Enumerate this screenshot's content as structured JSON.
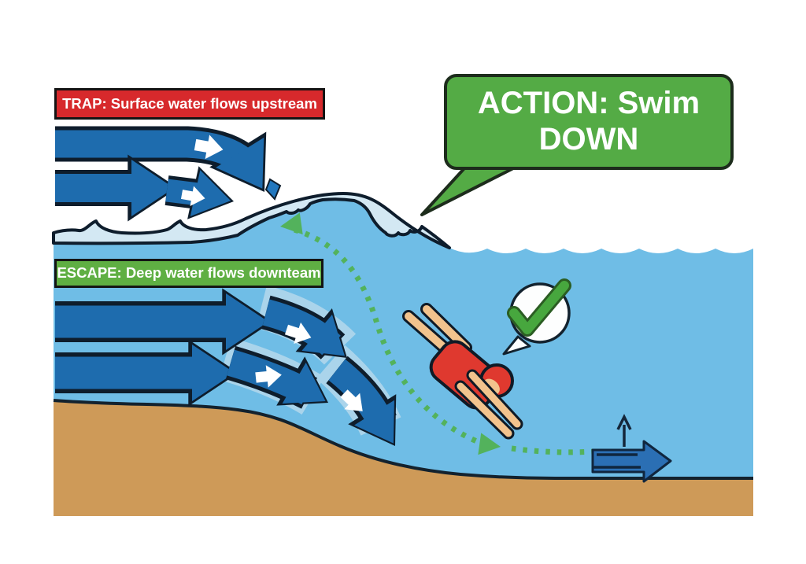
{
  "scene": {
    "trap_label": "TRAP: Surface water flows upstream",
    "escape_label": "ESCAPE: Deep water flows downteam",
    "action_bubble": "ACTION: Swim DOWN"
  },
  "icons": {
    "check": "✓"
  },
  "colors": {
    "water": "#6FBDE6",
    "surface_foam_light_blue": "#D3E8F3",
    "wake_light_blue": "#AAD4EB",
    "riverbed_sand": "#CE9A58",
    "flow_arrow_blue": "#1E6CAE",
    "outline_dark": "#0E1D2C",
    "trap_label_red": "#D7292C",
    "escape_label_green": "#5FAF43",
    "action_bubble_green": "#54AB45",
    "escape_path_dot_green": "#53B25C",
    "check_green": "#47A73E",
    "swimmer_suit_red": "#DF392F",
    "swimmer_skin": "#F2C38D"
  }
}
